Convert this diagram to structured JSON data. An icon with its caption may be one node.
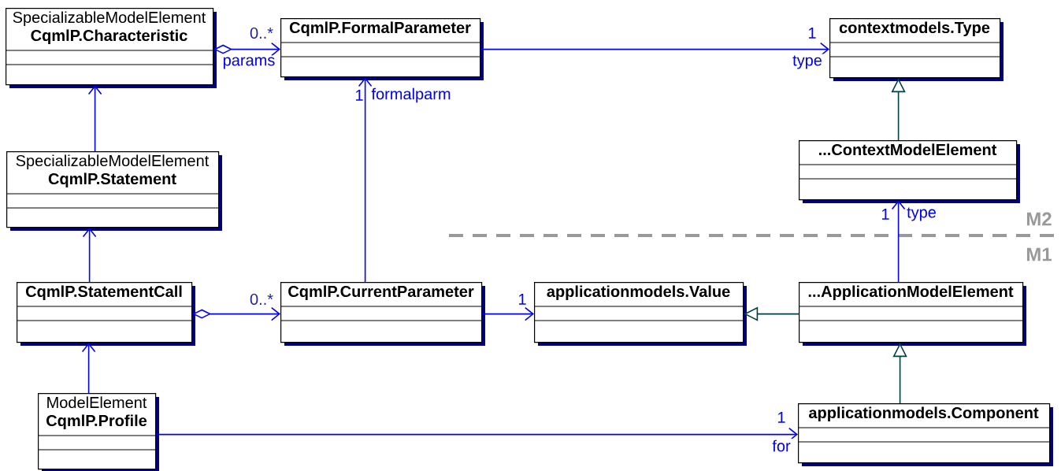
{
  "diagram": {
    "nodes": [
      {
        "text": [
          "SpecializableModelElement",
          "CqmlP.Characteristic"
        ]
      },
      {
        "text": [
          "CqmlP.FormalParameter"
        ]
      },
      {
        "text": [
          "contextmodels.Type"
        ]
      },
      {
        "text": [
          "SpecializableModelElement",
          "CqmlP.Statement"
        ]
      },
      {
        "text": [
          "...ContextModelElement"
        ]
      },
      {
        "text": [
          "CqmlP.StatementCall"
        ]
      },
      {
        "text": [
          "CqmlP.CurrentParameter"
        ]
      },
      {
        "text": [
          "applicationmodels.Value"
        ]
      },
      {
        "text": [
          "...ApplicationModelElement"
        ]
      },
      {
        "text": [
          "ModelElement",
          "CqmlP.Profile"
        ]
      },
      {
        "text": [
          "applicationmodels.Component"
        ]
      }
    ],
    "edges": [
      {
        "from": 0,
        "to": 1,
        "arrow": "to",
        "label": "params"
      },
      {
        "from": 1,
        "to": 2,
        "arrow": "to",
        "label": "type"
      },
      {
        "from": 6,
        "to": 1,
        "arrow": "to",
        "label": "formalparm"
      },
      {
        "from": 4,
        "to": 2,
        "arrow": "to",
        "color": "#004040"
      },
      {
        "from": 3,
        "to": 0,
        "arrow": "to"
      },
      {
        "from": 5,
        "to": 3,
        "arrow": "to"
      },
      {
        "from": 8,
        "to": 4,
        "arrow": "to",
        "label": "type"
      },
      {
        "from": 5,
        "to": 6,
        "arrow": "to"
      },
      {
        "from": 6,
        "to": 7,
        "arrow": "to"
      },
      {
        "from": 8,
        "to": 7,
        "arrow": "to",
        "color": "#004040"
      },
      {
        "from": 10,
        "to": 8,
        "arrow": "to",
        "color": "#004040"
      },
      {
        "from": 9,
        "to": 5,
        "arrow": "to"
      },
      {
        "from": 9,
        "to": 10,
        "arrow": "to",
        "label": "for"
      }
    ],
    "labels": [
      "0..*",
      "1",
      "1",
      "1",
      "M2",
      "M1",
      "0..*",
      "1",
      "1"
    ]
  }
}
